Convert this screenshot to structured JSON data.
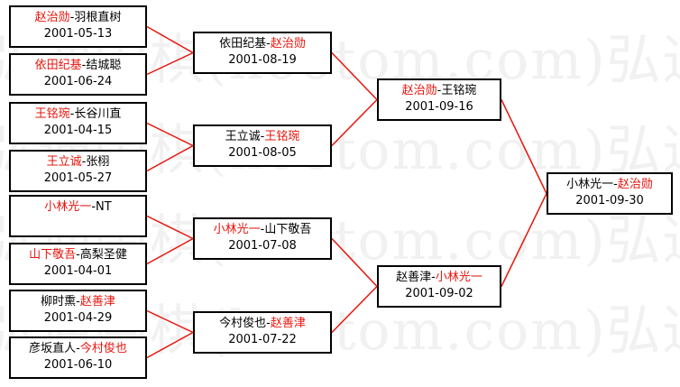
{
  "colors": {
    "winner": "#e8140c",
    "line": "#e8140c",
    "text": "#000000"
  },
  "watermark": {
    "text": "弘通围棋(hootom.com)弘通"
  },
  "bracket": {
    "round1": [
      {
        "p1": "赵治勋",
        "p2": "羽根直树",
        "winner": 1,
        "date": "2001-05-13"
      },
      {
        "p1": "依田纪基",
        "p2": "结城聪",
        "winner": 1,
        "date": "2001-06-24"
      },
      {
        "p1": "王铭琬",
        "p2": "长谷川直",
        "winner": 1,
        "date": "2001-04-15"
      },
      {
        "p1": "王立诚",
        "p2": "张栩",
        "winner": 1,
        "date": "2001-05-27"
      },
      {
        "p1": "小林光一",
        "p2": "NT",
        "winner": 1,
        "date": ""
      },
      {
        "p1": "山下敬吾",
        "p2": "高梨圣健",
        "winner": 1,
        "date": "2001-04-01"
      },
      {
        "p1": "柳时熏",
        "p2": "赵善津",
        "winner": 2,
        "date": "2001-04-29"
      },
      {
        "p1": "彦坂直人",
        "p2": "今村俊也",
        "winner": 2,
        "date": "2001-06-10"
      }
    ],
    "round2": [
      {
        "p1": "依田纪基",
        "p2": "赵治勋",
        "winner": 2,
        "date": "2001-08-19"
      },
      {
        "p1": "王立诚",
        "p2": "王铭琬",
        "winner": 2,
        "date": "2001-08-05"
      },
      {
        "p1": "小林光一",
        "p2": "山下敬吾",
        "winner": 1,
        "date": "2001-07-08"
      },
      {
        "p1": "今村俊也",
        "p2": "赵善津",
        "winner": 2,
        "date": "2001-07-22"
      }
    ],
    "semis": [
      {
        "p1": "赵治勋",
        "p2": "王铭琬",
        "winner": 1,
        "date": "2001-09-16"
      },
      {
        "p1": "赵善津",
        "p2": "小林光一",
        "winner": 2,
        "date": "2001-09-02"
      }
    ],
    "final": [
      {
        "p1": "小林光一",
        "p2": "赵治勋",
        "winner": 2,
        "date": "2001-09-30"
      }
    ]
  }
}
